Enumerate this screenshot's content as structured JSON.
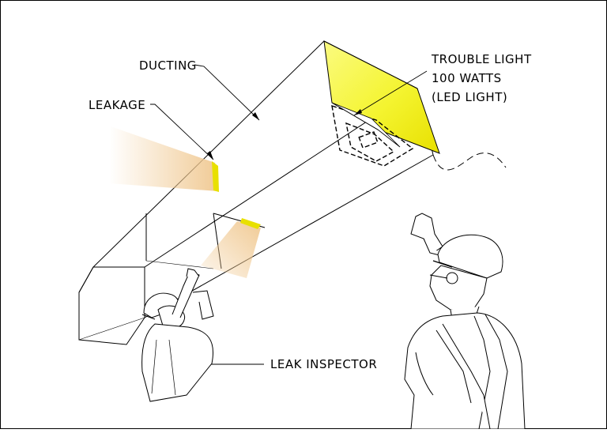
{
  "labels": {
    "ducting": "DUCTING",
    "leakage": "LEAKAGE",
    "trouble_light_1": "TROUBLE LIGHT",
    "trouble_light_2": "100 WATTS",
    "trouble_light_3": "(LED LIGHT)",
    "leak_inspector": "LEAK INSPECTOR"
  },
  "colors": {
    "light_yellow": "#ffff33",
    "leak_fill": "#f0c890",
    "leak_mark": "#e8e000",
    "line": "#000000"
  }
}
